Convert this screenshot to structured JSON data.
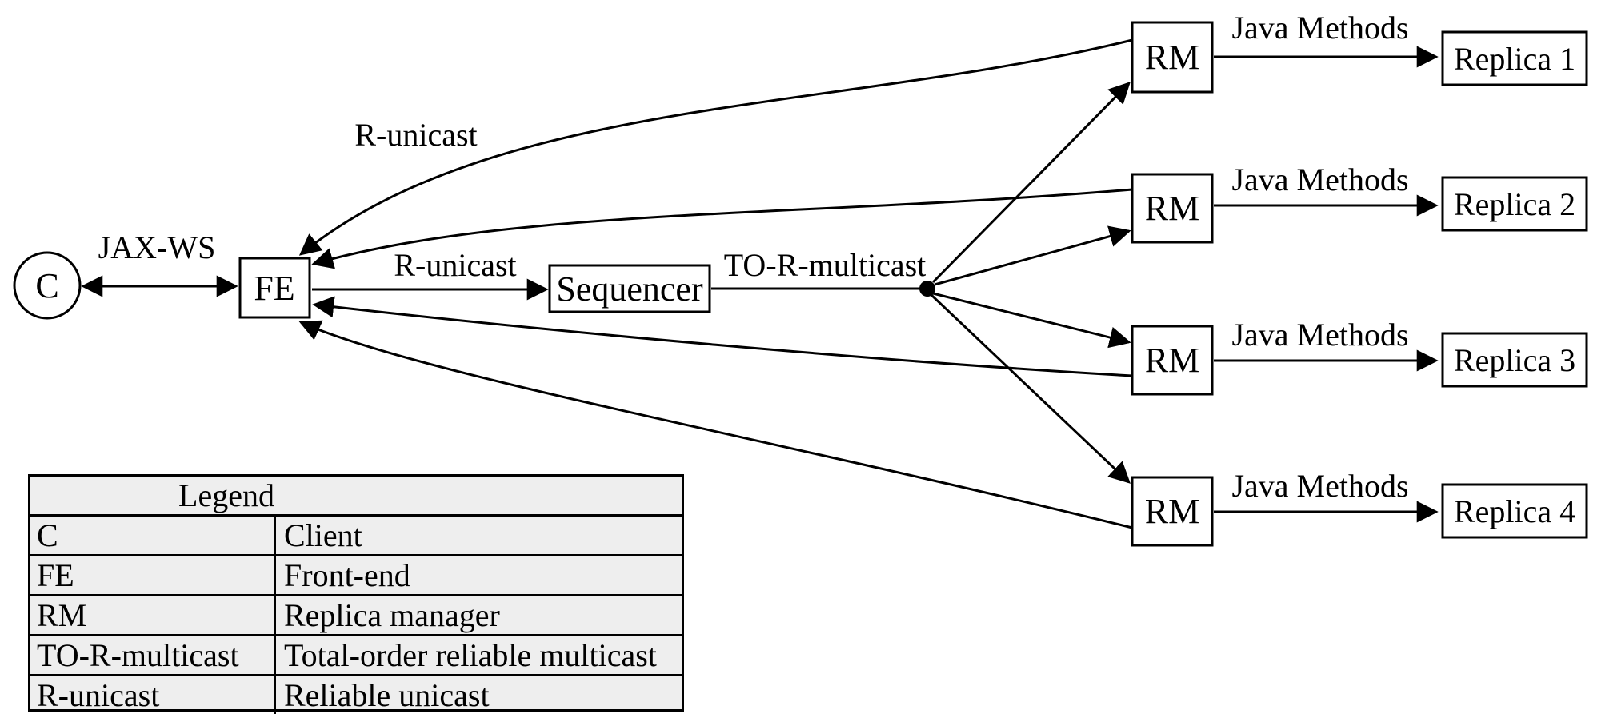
{
  "diagram": {
    "nodes": {
      "client_label": "C",
      "frontend_label": "FE",
      "sequencer_label": "Sequencer",
      "rm_labels": [
        "RM",
        "RM",
        "RM",
        "RM"
      ],
      "replica_labels": [
        "Replica 1",
        "Replica 2",
        "Replica 3",
        "Replica 4"
      ]
    },
    "edge_labels": {
      "jax_ws": "JAX-WS",
      "r_unicast_top": "R-unicast",
      "r_unicast_mid": "R-unicast",
      "to_r_multicast": "TO-R-multicast",
      "java_methods": [
        "Java Methods",
        "Java Methods",
        "Java Methods",
        "Java Methods"
      ]
    }
  },
  "legend": {
    "title": "Legend",
    "rows": [
      {
        "term": "C",
        "definition": "Client"
      },
      {
        "term": "FE",
        "definition": "Front-end"
      },
      {
        "term": "RM",
        "definition": "Replica manager"
      },
      {
        "term": "TO-R-multicast",
        "definition": "Total-order reliable multicast"
      },
      {
        "term": "R-unicast",
        "definition": "Reliable unicast"
      }
    ]
  },
  "colors": {
    "line": "#000000",
    "text": "#000000",
    "node_fill": "#ffffff",
    "legend_background": "#eeeeee",
    "page_background": "#ffffff"
  }
}
